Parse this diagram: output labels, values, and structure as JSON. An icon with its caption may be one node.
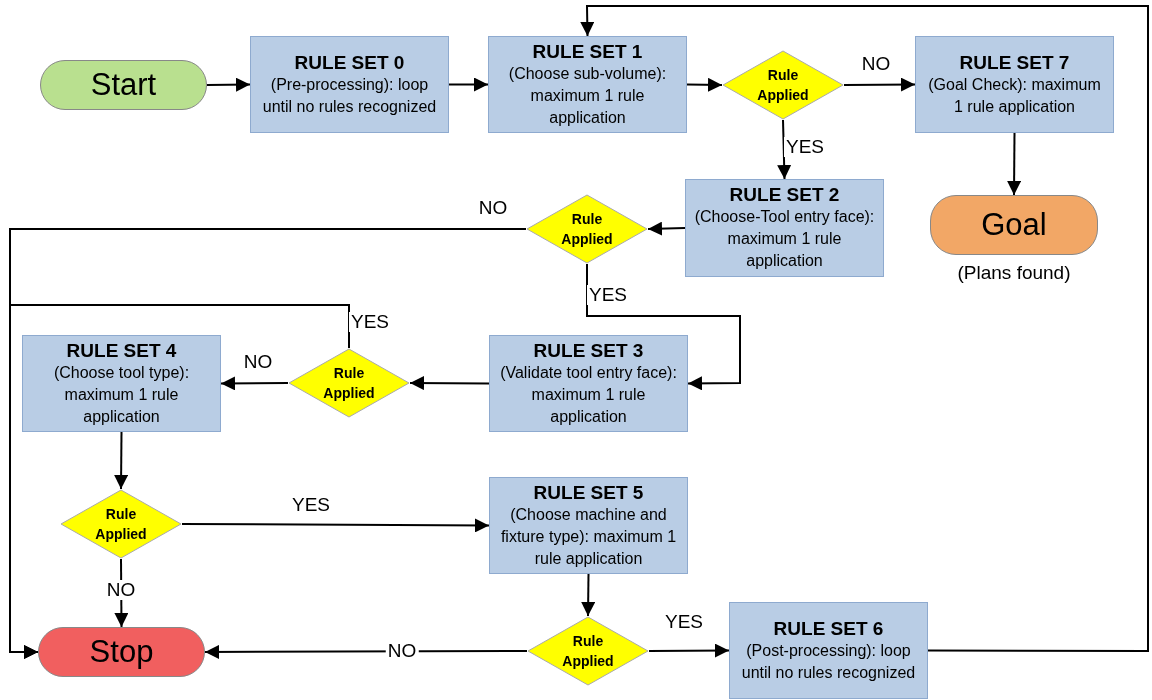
{
  "diagram": {
    "nodes": [
      {
        "text": [
          "Start"
        ]
      },
      {
        "text": [
          "RULE SET 0",
          "(Pre-processing): loop until no rules recognized"
        ]
      },
      {
        "text": [
          "RULE SET 1",
          "(Choose sub-volume): maximum 1 rule application"
        ]
      },
      {
        "text": [
          "Rule Applied"
        ]
      },
      {
        "text": [
          "RULE SET 7",
          "(Goal Check): maximum 1 rule application"
        ]
      },
      {
        "text": [
          "Goal"
        ],
        "beside": [
          "(Plans found)"
        ]
      },
      {
        "text": [
          "RULE SET 2",
          "(Choose-Tool entry face): maximum 1 rule application"
        ]
      },
      {
        "text": [
          "Rule Applied"
        ]
      },
      {
        "text": [
          "RULE SET 3",
          "(Validate tool entry face): maximum 1 rule application"
        ]
      },
      {
        "text": [
          "Rule Applied"
        ]
      },
      {
        "text": [
          "RULE SET 4",
          "(Choose tool type): maximum 1 rule application"
        ]
      },
      {
        "text": [
          "Rule Applied"
        ]
      },
      {
        "text": [
          "RULE SET 5",
          "(Choose machine and fixture type): maximum 1 rule application"
        ]
      },
      {
        "text": [
          "Stop"
        ]
      },
      {
        "text": [
          "Rule Applied"
        ]
      },
      {
        "text": [
          "RULE SET 6",
          "(Post-processing): loop until no rules recognized"
        ]
      }
    ],
    "edges": [
      {
        "from": 0,
        "to": 1,
        "arrow": "to"
      },
      {
        "from": 1,
        "to": 2,
        "arrow": "to"
      },
      {
        "from": 2,
        "to": 3,
        "arrow": "to"
      },
      {
        "from": 3,
        "to": 4,
        "arrow": "to",
        "label": "NO"
      },
      {
        "from": 3,
        "to": 6,
        "arrow": "to",
        "label": "YES"
      },
      {
        "from": 4,
        "to": 5,
        "arrow": "to"
      },
      {
        "from": 6,
        "to": 7,
        "arrow": "to"
      },
      {
        "from": 7,
        "to": 13,
        "arrow": "to",
        "label": "NO"
      },
      {
        "from": 7,
        "to": 8,
        "arrow": "to",
        "label": "YES"
      },
      {
        "from": 8,
        "to": 9,
        "arrow": "to"
      },
      {
        "from": 9,
        "to": 10,
        "arrow": "to",
        "label": "NO"
      },
      {
        "from": 9,
        "to": 13,
        "arrow": "to",
        "label": "YES"
      },
      {
        "from": 10,
        "to": 11,
        "arrow": "to"
      },
      {
        "from": 11,
        "to": 12,
        "arrow": "to",
        "label": "YES"
      },
      {
        "from": 11,
        "to": 13,
        "arrow": "to",
        "label": "NO"
      },
      {
        "from": 12,
        "to": 14,
        "arrow": "to"
      },
      {
        "from": 14,
        "to": 15,
        "arrow": "to",
        "label": "YES"
      },
      {
        "from": 14,
        "to": 13,
        "arrow": "to",
        "label": "NO"
      },
      {
        "from": 15,
        "to": 2,
        "arrow": "to"
      }
    ]
  }
}
